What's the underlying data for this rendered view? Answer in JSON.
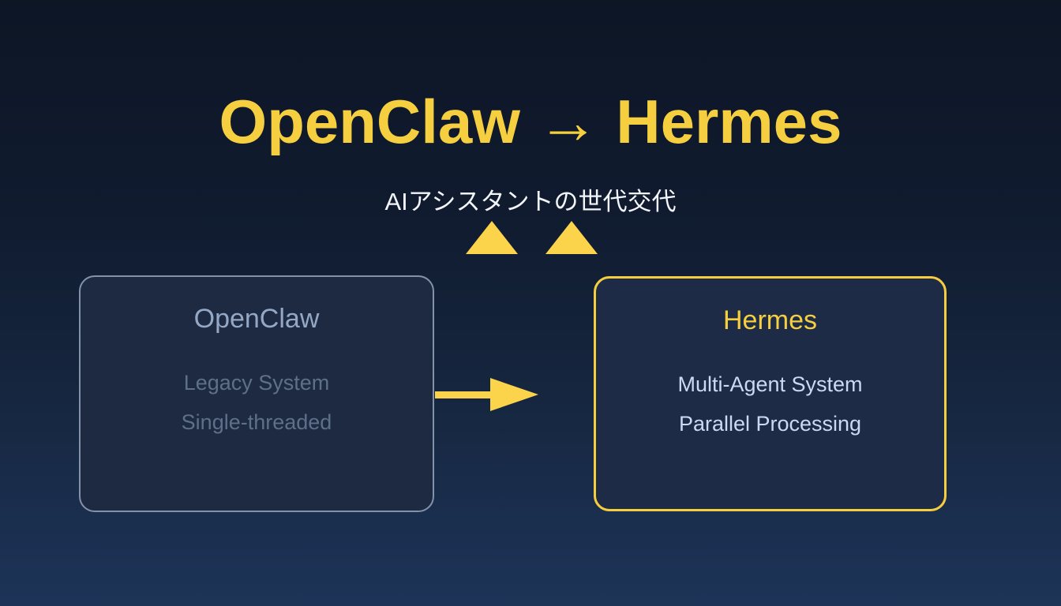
{
  "slide": {
    "title": "OpenClaw → Hermes",
    "subtitle": "AIアシスタントの世代交代"
  },
  "left_card": {
    "title": "OpenClaw",
    "lines": [
      "Legacy System",
      "Single-threaded"
    ]
  },
  "right_card": {
    "title": "Hermes",
    "lines": [
      "Multi-Agent System",
      "Parallel Processing"
    ]
  },
  "colors": {
    "title_yellow": "#F6CF40",
    "triangle_yellow": "#FBD44C",
    "arrow_yellow": "#FBD44C",
    "subtitle_white": "#F2F5FA",
    "left_card_border": "#8293A9",
    "left_card_fill": "#1E2A41",
    "left_card_title": "#94A8C5",
    "left_card_text": "#5E7089",
    "right_card_border": "#F5CE3F",
    "right_card_fill": "#1D2B47",
    "right_card_text": "#CBD9F2",
    "background_top": "#0D1625",
    "background_bottom": "#1D3458"
  }
}
